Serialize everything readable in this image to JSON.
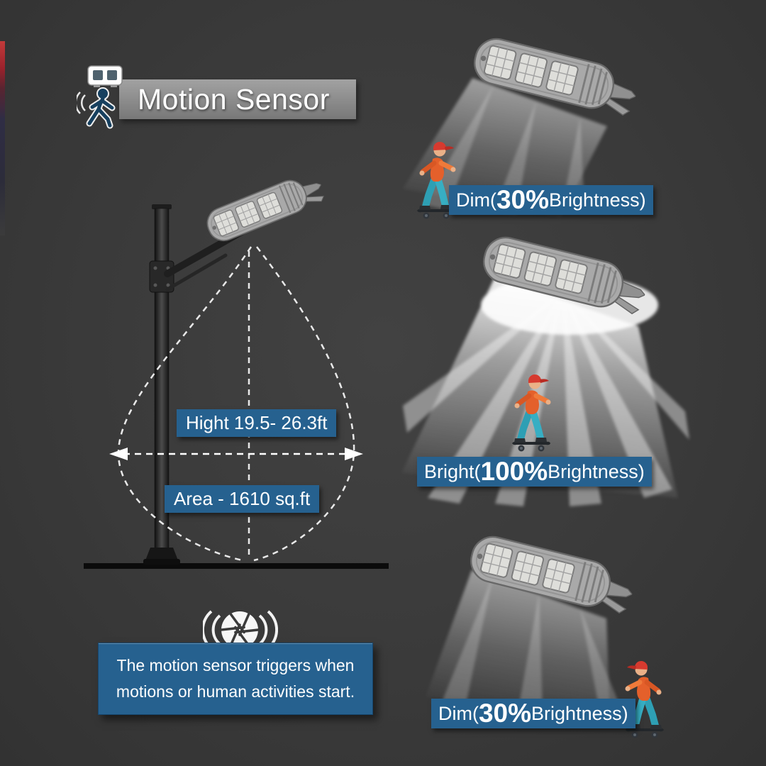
{
  "background": "#3b3b3b",
  "colors": {
    "accent_blue": "#26618f",
    "banner_gray": "#8f8f8f",
    "beam_white": "#ffffff",
    "pole_dark": "#1a1a1a"
  },
  "header": {
    "title": "Motion Sensor",
    "icon": "motion-sensor-walking-icon"
  },
  "pole_diagram": {
    "height_label": "Hight 19.5- 26.3ft",
    "area_label": "Area - 1610 sq.ft"
  },
  "lamp_states": [
    {
      "id": "dim-top",
      "prefix": "Dim(",
      "value": "30%",
      "suffix": "Brightness)"
    },
    {
      "id": "bright-middle",
      "prefix": "Bright(",
      "value": "100%",
      "suffix": "Brightness)"
    },
    {
      "id": "dim-bottom",
      "prefix": "Dim(",
      "value": "30%",
      "suffix": "Brightness)"
    }
  ],
  "callout": {
    "icon": "shutter-aperture-icon",
    "line1": "The motion sensor triggers when",
    "line2": "motions or human activities start."
  }
}
